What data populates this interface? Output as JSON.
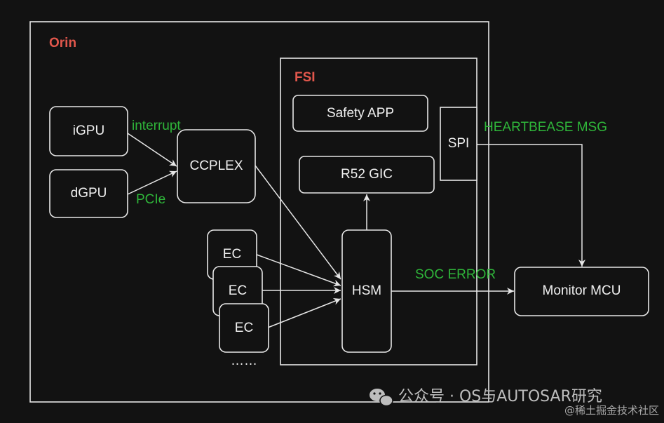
{
  "containers": {
    "orin": "Orin",
    "fsi": "FSI"
  },
  "nodes": {
    "igpu": "iGPU",
    "dgpu": "dGPU",
    "ccplex": "CCPLEX",
    "safety_app": "Safety APP",
    "spi": "SPI",
    "r52_gic": "R52 GIC",
    "hsm": "HSM",
    "ec1": "EC",
    "ec2": "EC",
    "ec3": "EC",
    "monitor_mcu": "Monitor MCU"
  },
  "edge_labels": {
    "interrupt": "interrupt",
    "pcie": "PCIe",
    "heartbease_msg": "HEARTBEASE MSG",
    "soc_error": "SOC ERROR"
  },
  "ellipsis": "……",
  "watermark": {
    "text": "公众号 · OS与AUTOSAR研究",
    "sub": "@稀土掘金技术社区"
  },
  "colors": {
    "background": "#121212",
    "stroke": "#e6e6e6",
    "title_red": "#e2574c",
    "label_green": "#2fb63a"
  }
}
